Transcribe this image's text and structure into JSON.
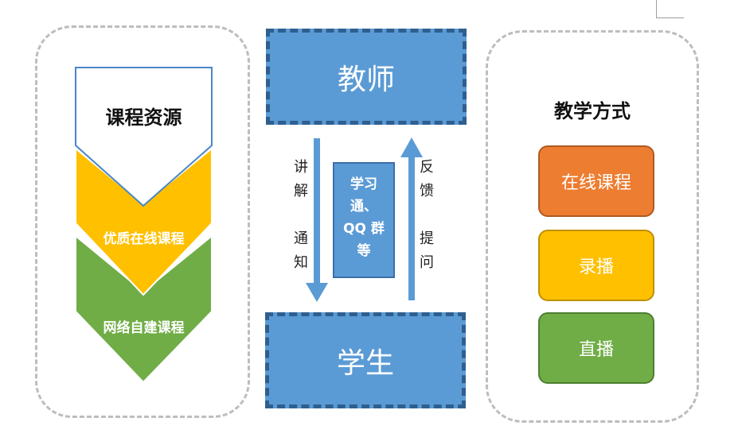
{
  "resources": {
    "title": "课程资源",
    "items": [
      "优质在线课程",
      "网络自建课程"
    ]
  },
  "roles": {
    "teacher": "教师",
    "student": "学生"
  },
  "channel": {
    "line1": "学习",
    "line2": "通、",
    "line3": "QQ 群",
    "line4": "等"
  },
  "arrows": {
    "down_chars": [
      "讲",
      "解",
      "通",
      "知"
    ],
    "up_chars": [
      "反",
      "馈",
      "提",
      "问"
    ]
  },
  "methods": {
    "title": "教学方式",
    "items": [
      "在线课程",
      "录播",
      "直播"
    ]
  },
  "colors": {
    "blue": "#5b9bd5",
    "orange": "#ed7d31",
    "yellow": "#ffc000",
    "green": "#70ad47"
  }
}
